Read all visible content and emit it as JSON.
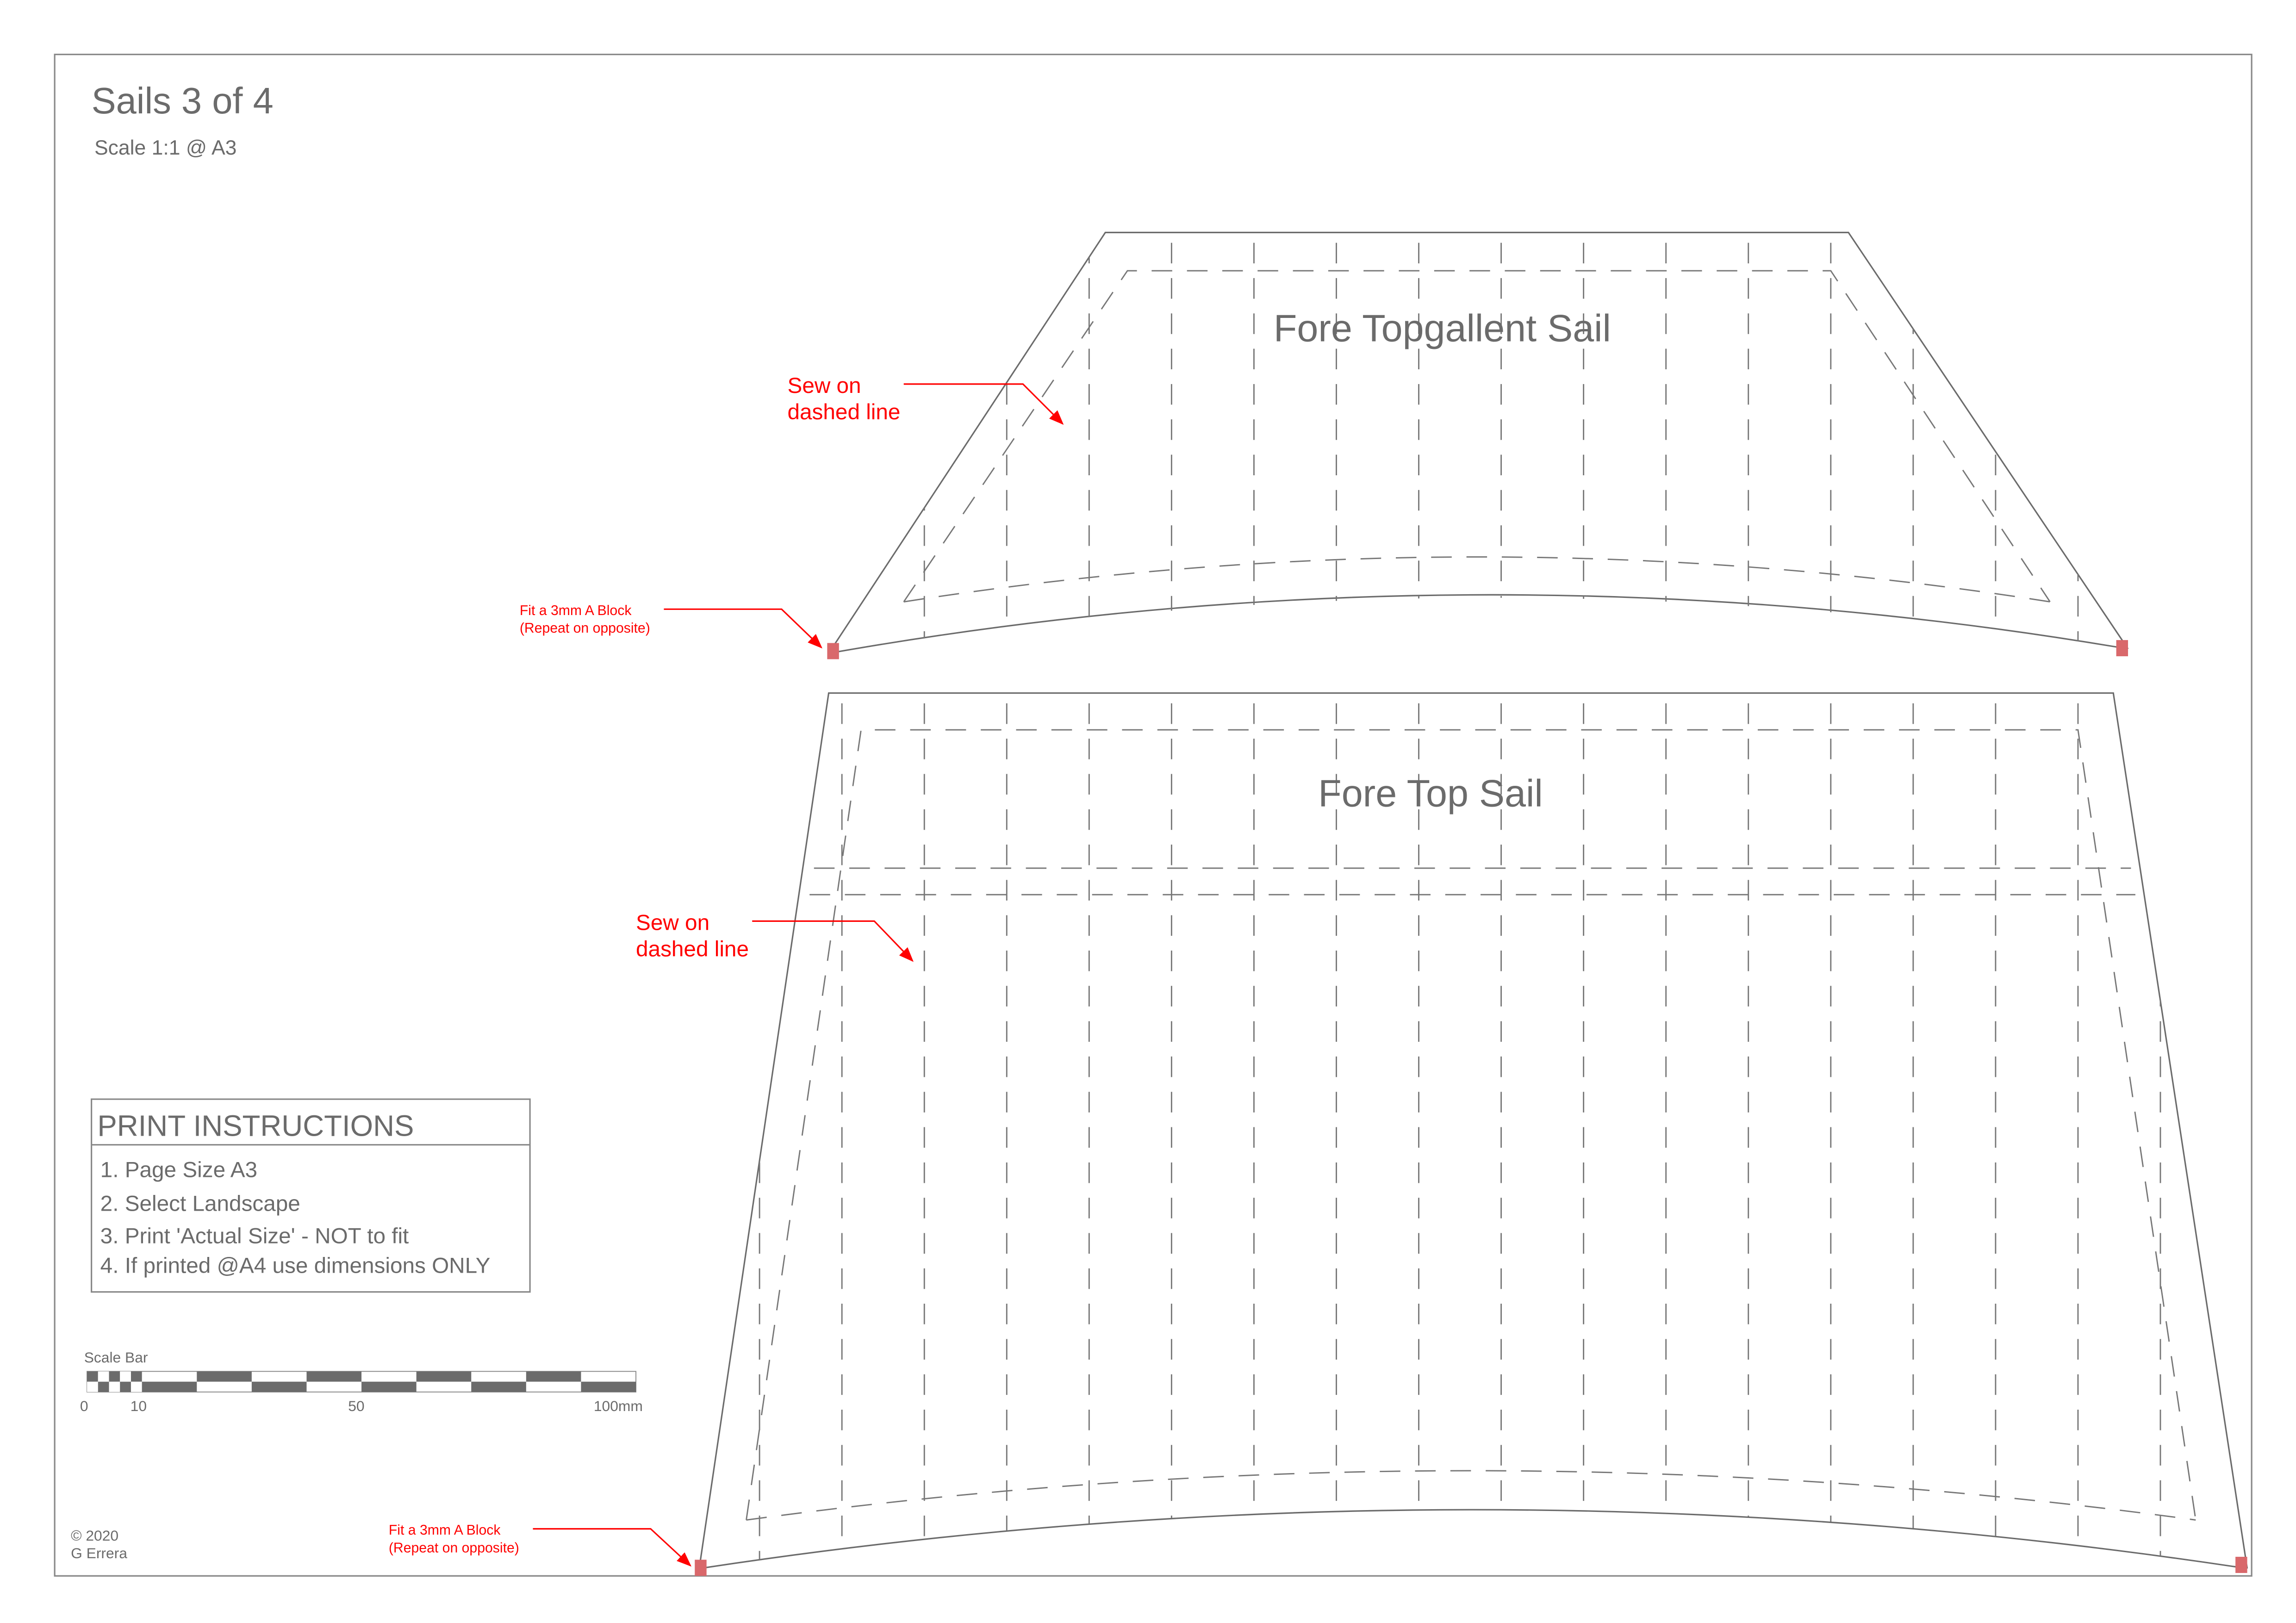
{
  "header": {
    "title": "Sails 3 of 4",
    "scale": "Scale 1:1 @ A3"
  },
  "sails": [
    {
      "name": "Fore Topgallent Sail",
      "sew_note": [
        "Sew on",
        "dashed line"
      ],
      "block_note": [
        "Fit a 3mm A Block",
        "(Repeat on opposite)"
      ]
    },
    {
      "name": "Fore Top Sail",
      "sew_note": [
        "Sew on",
        "dashed line"
      ],
      "block_note": [
        "Fit a 3mm A Block",
        "(Repeat on opposite)"
      ]
    }
  ],
  "print_instructions": {
    "title": "PRINT INSTRUCTIONS",
    "items": [
      "1. Page Size A3",
      "2. Select Landscape",
      "3. Print 'Actual Size' - NOT to fit",
      "4. If printed @A4 use dimensions ONLY"
    ]
  },
  "scale_bar": {
    "label": "Scale Bar",
    "ticks": [
      "0",
      "10",
      "50",
      "100mm"
    ]
  },
  "credit": {
    "year": "© 2020",
    "author": "G Errera"
  },
  "colors": {
    "line": "#6b6b6b",
    "annotation": "#ff0000",
    "block": "#d9686b"
  }
}
